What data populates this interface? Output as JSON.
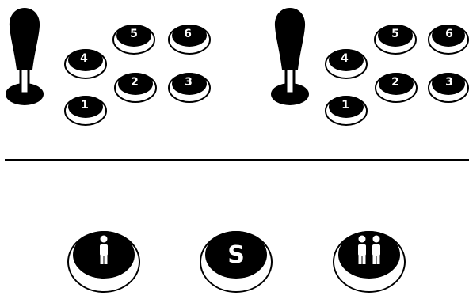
{
  "colors": {
    "ink": "#000000",
    "paper": "#ffffff"
  },
  "panels": [
    {
      "player": 1,
      "buttons": [
        {
          "label": "1"
        },
        {
          "label": "2"
        },
        {
          "label": "3"
        },
        {
          "label": "4"
        },
        {
          "label": "5"
        },
        {
          "label": "6"
        }
      ]
    },
    {
      "player": 2,
      "buttons": [
        {
          "label": "1"
        },
        {
          "label": "2"
        },
        {
          "label": "3"
        },
        {
          "label": "4"
        },
        {
          "label": "5"
        },
        {
          "label": "6"
        }
      ]
    }
  ],
  "start_buttons": [
    {
      "id": "one-player",
      "icon": "single-person-icon"
    },
    {
      "id": "start",
      "label": "S"
    },
    {
      "id": "two-player",
      "icon": "two-persons-icon"
    }
  ]
}
